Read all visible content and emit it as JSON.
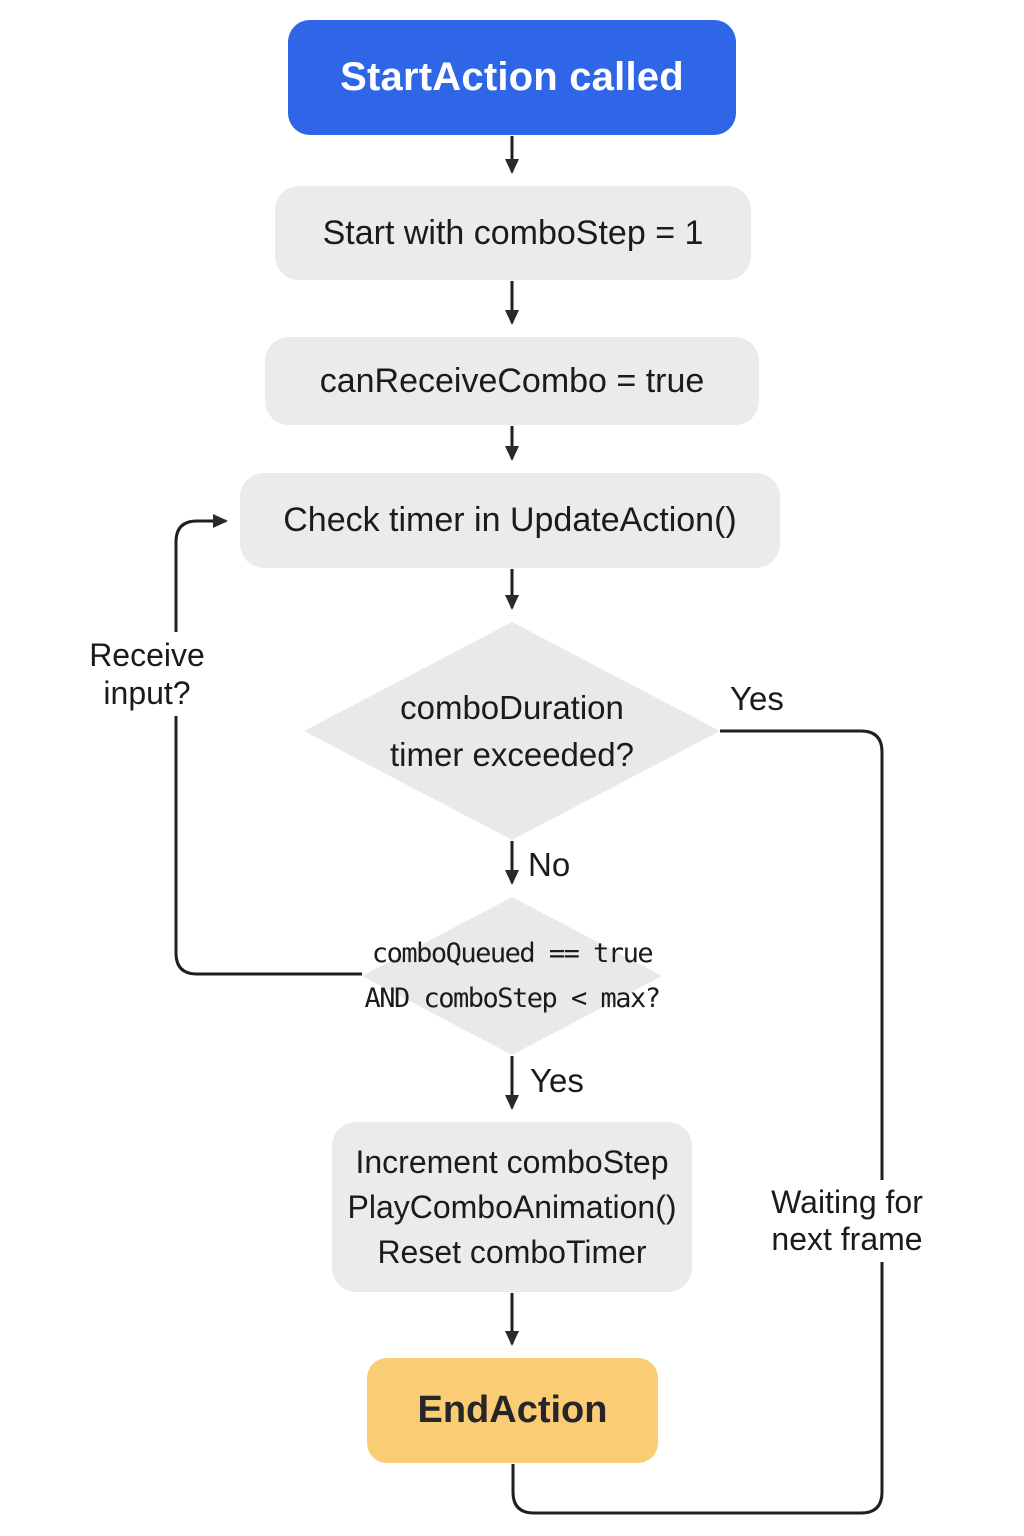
{
  "diagram": {
    "nodes": {
      "start": {
        "label": "StartAction called"
      },
      "init_step": {
        "label": "Start with comboStep = 1"
      },
      "enable_combo": {
        "label": "canReceiveCombo = true"
      },
      "check_timer": {
        "label": "Check timer in UpdateAction()"
      },
      "timer_decision": {
        "line1": "comboDuration",
        "line2": "timer exceeded?"
      },
      "queue_decision": {
        "line1": "comboQueued == true",
        "line2": "AND comboStep < max?"
      },
      "combo_action": {
        "line1": "Increment comboStep",
        "line2": "PlayComboAnimation()",
        "line3": "Reset comboTimer"
      },
      "end": {
        "label": "EndAction"
      }
    },
    "edge_labels": {
      "timer_yes": "Yes",
      "timer_no": "No",
      "queue_yes": "Yes",
      "receive_input_line1": "Receive",
      "receive_input_line2": "input?",
      "waiting_line1": "Waiting for",
      "waiting_line2": "next frame"
    },
    "colors": {
      "background": "#ffffff",
      "start_node": "#2e66e7",
      "start_text": "#ffffff",
      "process_node": "#ebebeb",
      "decision_node": "#e9e9e9",
      "end_node": "#facd74",
      "text": "#1b1b1e",
      "line": "#1f1f1f"
    }
  }
}
